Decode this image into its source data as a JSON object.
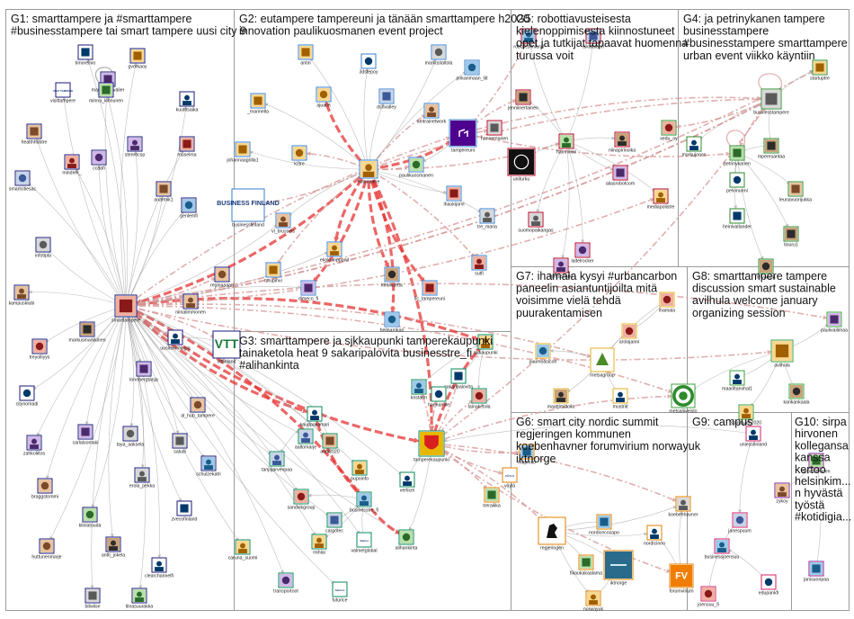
{
  "groups": [
    {
      "id": "G1",
      "lines": [
        "G1: smarttampere ja #smarttampere",
        "#businesstampere tai smart tampere uusi city 9"
      ]
    },
    {
      "id": "G2",
      "lines": [
        "G2: eutampere tampereuni ja tänään smarttampere h2020",
        "innovation paulikuosmanen event project"
      ]
    },
    {
      "id": "G5",
      "lines": [
        "G5: robottiavusteisesta",
        "kielenoppimisesta kiinnostuneet",
        "opet ja tutkijat tapaavat huomenna",
        "turussa voit"
      ]
    },
    {
      "id": "G4",
      "lines": [
        "G4: ja petrinykanen tampere",
        "businesstampere",
        "#businesstampere smarttampere",
        "urban event viikko käyntiin"
      ]
    },
    {
      "id": "G7",
      "lines": [
        "G7: ihamala kysyi #urbancarbon",
        "paneelin asiantuntijoilta mitä",
        "voisimme vielä tehdä",
        "puurakentamisen"
      ]
    },
    {
      "id": "G8",
      "lines": [
        "G8: smarttampere tampere",
        "discussion smart sustainable",
        "avilhula welcome january",
        "organizing session"
      ]
    },
    {
      "id": "G3",
      "lines": [
        "G3: smarttampere ja sjkkaupunki tamperekaupunki",
        "tainaketola heat 9 sakaripalovita businesstre_fi",
        "#alihankinta"
      ]
    },
    {
      "id": "G6",
      "lines": [
        "G6: smart city nordic summit",
        "regjeringen kommunen",
        "koebenhavner forumvirium norwayuk",
        "iktnorge"
      ]
    },
    {
      "id": "G9",
      "lines": [
        "G9: campus"
      ]
    },
    {
      "id": "G10",
      "lines": [
        "G10: sirpa",
        "hirvonen",
        "kollegansa",
        "kanssa",
        "kertoo",
        "helsinkim...",
        "n hyvästä",
        "työstä",
        "#kotidigia..."
      ]
    }
  ],
  "nodes": [
    {
      "id": "timoreinio",
      "label": "timoreinio"
    },
    {
      "id": "gvorkaoy",
      "label": "gvorkaoy"
    },
    {
      "id": "marionchevalier",
      "label": "marionchevalier"
    },
    {
      "id": "visittampere",
      "label": "visittampere"
    },
    {
      "id": "minna_kinnunen",
      "label": "minna_kinnunen"
    },
    {
      "id": "kuutosaika",
      "label": "kuutosaika"
    },
    {
      "id": "healthhubtre",
      "label": "healthhubtre"
    },
    {
      "id": "stenrocsp",
      "label": "stenrocsp"
    },
    {
      "id": "mindrek_",
      "label": "mindrek_"
    },
    {
      "id": "ccaafi",
      "label": "ccaafi"
    },
    {
      "id": "museima",
      "label": "museima"
    },
    {
      "id": "smartcitiesac",
      "label": "smartcitiesac"
    },
    {
      "id": "anarmik1",
      "label": "anarmik1"
    },
    {
      "id": "genlemfi",
      "label": "genlemfi"
    },
    {
      "id": "infotipla",
      "label": "infotipla"
    },
    {
      "id": "kampusklubi",
      "label": "kampusklubi"
    },
    {
      "id": "smarttampere",
      "label": "smarttampere"
    },
    {
      "id": "markusmarkkinen",
      "label": "markusmarkkinen"
    },
    {
      "id": "treyolliyys",
      "label": "treyolliyys"
    },
    {
      "id": "lonnbergtanja",
      "label": "lonnbergtanja"
    },
    {
      "id": "citynomadi",
      "label": "citynomadi"
    },
    {
      "id": "carlalsomaki",
      "label": "carlalsomaki"
    },
    {
      "id": "taya_aaksela",
      "label": "taya_aaksela"
    },
    {
      "id": "zahkoliitos",
      "label": "zahkoliitos"
    },
    {
      "id": "erola_pekka",
      "label": "erola_pekka"
    },
    {
      "id": "braggstommi",
      "label": "braggstommi"
    },
    {
      "id": "klinlatouda",
      "label": "klinlatouda"
    },
    {
      "id": "zvecofinland",
      "label": "zvecofinland"
    },
    {
      "id": "huttunenmarje",
      "label": "huttunenmarje"
    },
    {
      "id": "antti_jokela",
      "label": "antti_jokela"
    },
    {
      "id": "clearchannelfi",
      "label": "clearchannelfi"
    },
    {
      "id": "bitwiise",
      "label": "bitwiise"
    },
    {
      "id": "tiinasuurakka",
      "label": "tiinasuurakka"
    },
    {
      "id": "uusiteknologia",
      "label": "uusiteknologia"
    },
    {
      "id": "vttfinland",
      "label": "vttfinland"
    },
    {
      "id": "al_hub_tampere",
      "label": "al_hub_tampere"
    },
    {
      "id": "saludi",
      "label": "saludi"
    },
    {
      "id": "schulzekatri",
      "label": "schulzekatri"
    },
    {
      "id": "niinalimmonen",
      "label": "niinalimmonen"
    },
    {
      "id": "reginaaaari",
      "label": "reginaaaari"
    },
    {
      "id": "antin",
      "label": "antin"
    },
    {
      "id": "3dstepoy",
      "label": "3dstepoy"
    },
    {
      "id": "markustaltola",
      "label": "markustaltola"
    },
    {
      "id": "pirkanmaan_liit",
      "label": "pirkanmaan_liit"
    },
    {
      "id": "ajuatin",
      "label": "ajuatin"
    },
    {
      "id": "dsnvalley",
      "label": "dsnvalley"
    },
    {
      "id": "_marinella",
      "label": "_marinella"
    },
    {
      "id": "amtrainetwork",
      "label": "amtrainetwork"
    },
    {
      "id": "tampereuni",
      "label": "tampereuni"
    },
    {
      "id": "johannaagrilla1",
      "label": "johannaagrilla1"
    },
    {
      "id": "k2tre",
      "label": "k2tre"
    },
    {
      "id": "eutampere",
      "label": "eutampere"
    },
    {
      "id": "paulikuosmanen",
      "label": "paulikuosmanen"
    },
    {
      "id": "businessfinland",
      "label": "businessfinland"
    },
    {
      "id": "vl_brussels",
      "label": "vl_brussels"
    },
    {
      "id": "ihaukijarvi",
      "label": "ihaukijarvi"
    },
    {
      "id": "ekokumppanit",
      "label": "ekokumppanit"
    },
    {
      "id": "tre_maria",
      "label": "tre_maria"
    },
    {
      "id": "tarupihvi",
      "label": "tarupihvi"
    },
    {
      "id": "kiralikartta",
      "label": "kiralikartta"
    },
    {
      "id": "sutfi",
      "label": "sutfi"
    },
    {
      "id": "dimeco_fi",
      "label": "dimeco_fi"
    },
    {
      "id": "lic_tampereuni",
      "label": "lic_tampereuni"
    },
    {
      "id": "heilnarrikari",
      "label": "heilnarrikari"
    },
    {
      "id": "roboticsfinland",
      "label": "roboticsfinland"
    },
    {
      "id": "aikatalouri",
      "label": "aikatalouri"
    },
    {
      "id": "jenniinertainen",
      "label": "jenniinertainen"
    },
    {
      "id": "hannemarien",
      "label": "hannemarien"
    },
    {
      "id": "hamminki",
      "label": "hamminki"
    },
    {
      "id": "niinapirinoika",
      "label": "niinapirinoika"
    },
    {
      "id": "uniturku",
      "label": "uniturku"
    },
    {
      "id": "aliasrobotcom",
      "label": "aliasrobotcom"
    },
    {
      "id": "mediapolistre",
      "label": "mediapolistre"
    },
    {
      "id": "suomopaikangas",
      "label": "suomopaikangas"
    },
    {
      "id": "laitelrocker",
      "label": "laitelrocker"
    },
    {
      "id": "opetussapo",
      "label": "opetussapo"
    },
    {
      "id": "startuptre",
      "label": "startuptre"
    },
    {
      "id": "businesstampere",
      "label": "businesstampere"
    },
    {
      "id": "xedu_oy",
      "label": "xedu_oy"
    },
    {
      "id": "markujonas",
      "label": "markujonas"
    },
    {
      "id": "petrinykanen",
      "label": "petrinykanen"
    },
    {
      "id": "mperesantaa",
      "label": "mperesantaa"
    },
    {
      "id": "pelvinurmi",
      "label": "pelvinurmi"
    },
    {
      "id": "leunavuorijukka",
      "label": "leunavuorijukka"
    },
    {
      "id": "heinlvallander",
      "label": "heinlvallander"
    },
    {
      "id": "tiouru1",
      "label": "tiouru1"
    },
    {
      "id": "rihvaaula",
      "label": "rihvaaula"
    },
    {
      "id": "ihamala",
      "label": "ihamala"
    },
    {
      "id": "arolajanni",
      "label": "arolajanni"
    },
    {
      "id": "puumoasicon",
      "label": "puumoasicon"
    },
    {
      "id": "metsagroup",
      "label": "metsagroup"
    },
    {
      "id": "maattimittoila",
      "label": "maattimittoila"
    },
    {
      "id": "mustriit",
      "label": "mustriit"
    },
    {
      "id": "paulivailimaa",
      "label": "paulivailimaa"
    },
    {
      "id": "avilhula",
      "label": "avilhula"
    },
    {
      "id": "maariltanvhal1",
      "label": "maariltanvhal1"
    },
    {
      "id": "karikankaala",
      "label": "karikankaala"
    },
    {
      "id": "metsaliiveisto",
      "label": "metsaliiveisto"
    },
    {
      "id": "standuath2020",
      "label": "standuath2020"
    },
    {
      "id": "sjkkaupunki",
      "label": "sjkkaupunki"
    },
    {
      "id": "sakaripalovita",
      "label": "sakaripalovita"
    },
    {
      "id": "tainaketola",
      "label": "tainaketola"
    },
    {
      "id": "kristarin",
      "label": "kristarin"
    },
    {
      "id": "hannamile",
      "label": "hannamile"
    },
    {
      "id": "kauppakamari",
      "label": "kauppakamari"
    },
    {
      "id": "aaltomarje",
      "label": "aaltomarje"
    },
    {
      "id": "antti2020",
      "label": "antti2020"
    },
    {
      "id": "tanjajarvenpaa",
      "label": "tanjajarvenpaa"
    },
    {
      "id": "tamperekaupunki",
      "label": "tamperekaupunki"
    },
    {
      "id": "pupoinfo",
      "label": "pupoinfo"
    },
    {
      "id": "verticei",
      "label": "verticei"
    },
    {
      "id": "sandvikgroup",
      "label": "sandvikgroup"
    },
    {
      "id": "businesstre_fi",
      "label": "businesstre_fi"
    },
    {
      "id": "cargotec",
      "label": "cargotec"
    },
    {
      "id": "alihankinta",
      "label": "alihankinta"
    },
    {
      "id": "mihlai",
      "label": "mihlai"
    },
    {
      "id": "valmetglobal",
      "label": "valmetglobal"
    },
    {
      "id": "caruna_suomi",
      "label": "caruna_suomi"
    },
    {
      "id": "transportoot",
      "label": "transportoot"
    },
    {
      "id": "futurice",
      "label": "futurice"
    },
    {
      "id": "mupmilo",
      "label": "mupmilo"
    },
    {
      "id": "vayla",
      "label": "väylä"
    },
    {
      "id": "trerailika",
      "label": "trerailika"
    },
    {
      "id": "koebenhavner",
      "label": "koebenhavner"
    },
    {
      "id": "regjeringen",
      "label": "regjeringen"
    },
    {
      "id": "nordicecosapo",
      "label": "nordicecosapo"
    },
    {
      "id": "nordicinno",
      "label": "nordicinno"
    },
    {
      "id": "fikaukakaalama",
      "label": "fikaukakaalama"
    },
    {
      "id": "iktnorge",
      "label": "iktnorge"
    },
    {
      "id": "forumvirium",
      "label": "forumvirium"
    },
    {
      "id": "norwayuk",
      "label": "norwayuk"
    },
    {
      "id": "uniessfinland",
      "label": "uniessfinland"
    },
    {
      "id": "janespuum",
      "label": "janespuum"
    },
    {
      "id": "businessjoensuu",
      "label": "businessjoensuu"
    },
    {
      "id": "edupankfi",
      "label": "edupankfi"
    },
    {
      "id": "joensuu_fi",
      "label": "joensuu_fi"
    },
    {
      "id": "sirpahirvonen",
      "label": "sirpahirvonen"
    },
    {
      "id": "zykoy",
      "label": "zykoy"
    },
    {
      "id": "janisuonpaa",
      "label": "janisuonpaa"
    }
  ],
  "logo_texts": {
    "vtt": "VTT",
    "businessfinland": "BUSINESS FINLAND",
    "vayla": "VÄYLÄ",
    "fv": "FV",
    "futurice": "futurice",
    "valmet": "Valmet",
    "visittampere": "VISIT TAMPERE"
  },
  "colors": {
    "G1": "#1a1a7a",
    "G2": "#3a7fd0",
    "G5": "#b00020",
    "G4": "#2e8b2e",
    "G7": "#e0b020",
    "G8": "#3ca03c",
    "G3": "#0a8a5a",
    "G6": "#e08000",
    "G9": "#d0206a",
    "G10": "#8a2090",
    "edge_light": "#9a9a9a",
    "edge_strong": "#e63333",
    "edge_mid": "#d99a9a"
  }
}
